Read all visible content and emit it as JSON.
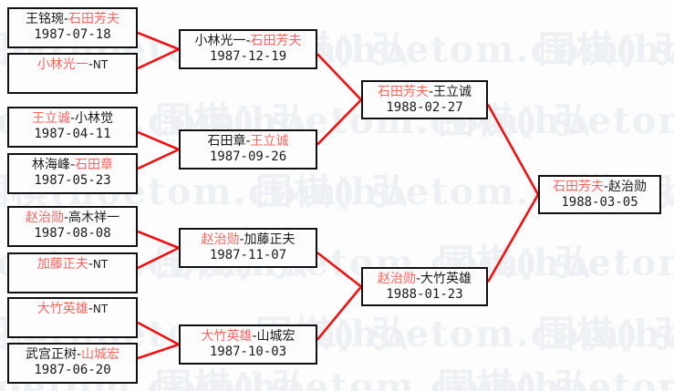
{
  "meta": {
    "watermark_text": "围棋(hoetom.com) 弘",
    "winner_color": "#f4655f",
    "loser_color": "#1a1a1a",
    "connector_color": "#ee1111",
    "border_color": "#101010",
    "background_color": "#fdfdfd"
  },
  "bracket": {
    "round1": [
      {
        "left": "王铭琬",
        "right": "石田芳夫",
        "winner": "right",
        "date": "1987-07-18"
      },
      {
        "left": "小林光一",
        "right": "NT",
        "winner": "left",
        "date": ""
      },
      {
        "left": "王立诚",
        "right": "小林觉",
        "winner": "left",
        "date": "1987-04-11"
      },
      {
        "left": "林海峰",
        "right": "石田章",
        "winner": "right",
        "date": "1987-05-23"
      },
      {
        "left": "赵治勋",
        "right": "高木祥一",
        "winner": "left",
        "date": "1987-08-08"
      },
      {
        "left": "加藤正夫",
        "right": "NT",
        "winner": "left",
        "date": ""
      },
      {
        "left": "大竹英雄",
        "right": "NT",
        "winner": "left",
        "date": ""
      },
      {
        "left": "武宫正树",
        "right": "山城宏",
        "winner": "right",
        "date": "1987-06-20"
      }
    ],
    "round2": [
      {
        "left": "小林光一",
        "right": "石田芳夫",
        "winner": "right",
        "date": "1987-12-19"
      },
      {
        "left": "石田章",
        "right": "王立诚",
        "winner": "right",
        "date": "1987-09-26"
      },
      {
        "left": "赵治勋",
        "right": "加藤正夫",
        "winner": "left",
        "date": "1987-11-07"
      },
      {
        "left": "大竹英雄",
        "right": "山城宏",
        "winner": "left",
        "date": "1987-10-03"
      }
    ],
    "round3": [
      {
        "left": "石田芳夫",
        "right": "王立诚",
        "winner": "left",
        "date": "1988-02-27"
      },
      {
        "left": "赵治勋",
        "right": "大竹英雄",
        "winner": "left",
        "date": "1988-01-23"
      }
    ],
    "round4": [
      {
        "left": "石田芳夫",
        "right": "赵治勋",
        "winner": "left",
        "date": "1988-03-05"
      }
    ]
  }
}
